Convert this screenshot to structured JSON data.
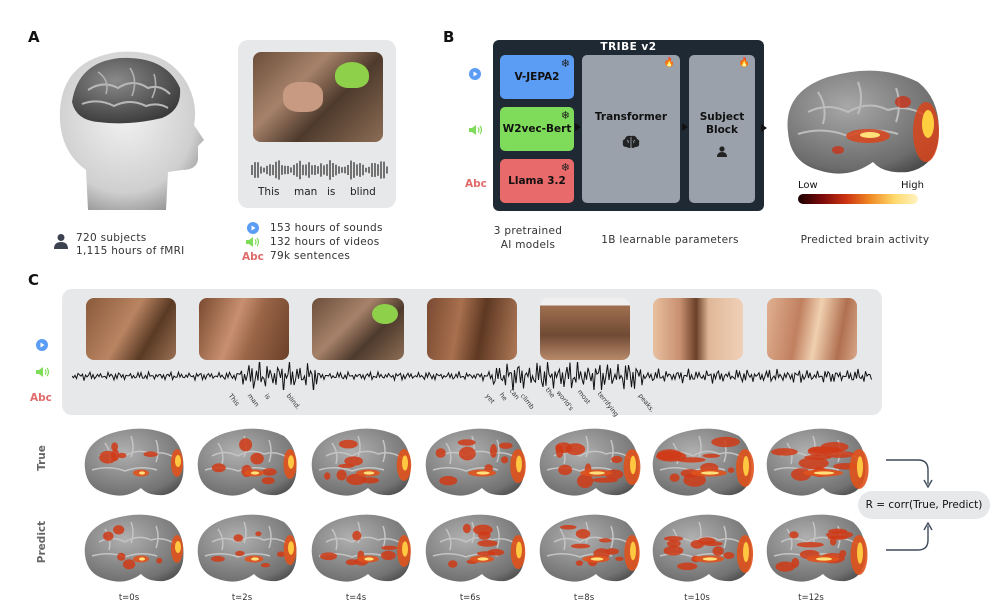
{
  "panels": {
    "a": "A",
    "b": "B",
    "c": "C"
  },
  "panel_a": {
    "subjects": "720 subjects",
    "fmri_hours": "1,115 hours of fMRI",
    "transcript_words": [
      "This",
      "man",
      "is",
      "blind"
    ],
    "stats": [
      {
        "icon": "sound-icon",
        "text": "153 hours of sounds"
      },
      {
        "icon": "video-icon",
        "text": "132 hours of videos"
      },
      {
        "icon": "text-icon",
        "text": "79k sentences"
      }
    ]
  },
  "panel_b": {
    "title": "TRIBE v2",
    "encoders": [
      {
        "label": "V-JEPA2",
        "color": "#5b9df5"
      },
      {
        "label": "W2vec-Bert",
        "color": "#7fdc5a"
      },
      {
        "label": "Llama 3.2",
        "color": "#e96a6a"
      }
    ],
    "transformer": "Transformer",
    "subject_block_1": "Subject",
    "subject_block_2": "Block",
    "caption_models_1": "3 pretrained",
    "caption_models_2": "AI models",
    "caption_params": "1B learnable parameters",
    "caption_activity": "Predicted brain activity",
    "colorbar_low": "Low",
    "colorbar_high": "High"
  },
  "modality_icons": {
    "text_label": "Abc"
  },
  "panel_c": {
    "words": [
      "This",
      "man",
      "is",
      "blind.",
      "yet",
      "he",
      "can",
      "climb",
      "the",
      "world's",
      "most",
      "terrifying",
      "peaks."
    ],
    "row_true": "True",
    "row_predict": "Predict",
    "timepoints": [
      "t=0s",
      "t=2s",
      "t=4s",
      "t=6s",
      "t=8s",
      "t=10s",
      "t=12s"
    ],
    "correlation": "R = corr(True, Predict)"
  },
  "colors": {
    "panel_bg": "#e7e8ea",
    "tribe_bg": "#1f2933",
    "block_gray": "#9aa1aa",
    "accent_blue": "#5b9df5",
    "accent_green": "#7fdc5a",
    "accent_red": "#e06a6a"
  }
}
